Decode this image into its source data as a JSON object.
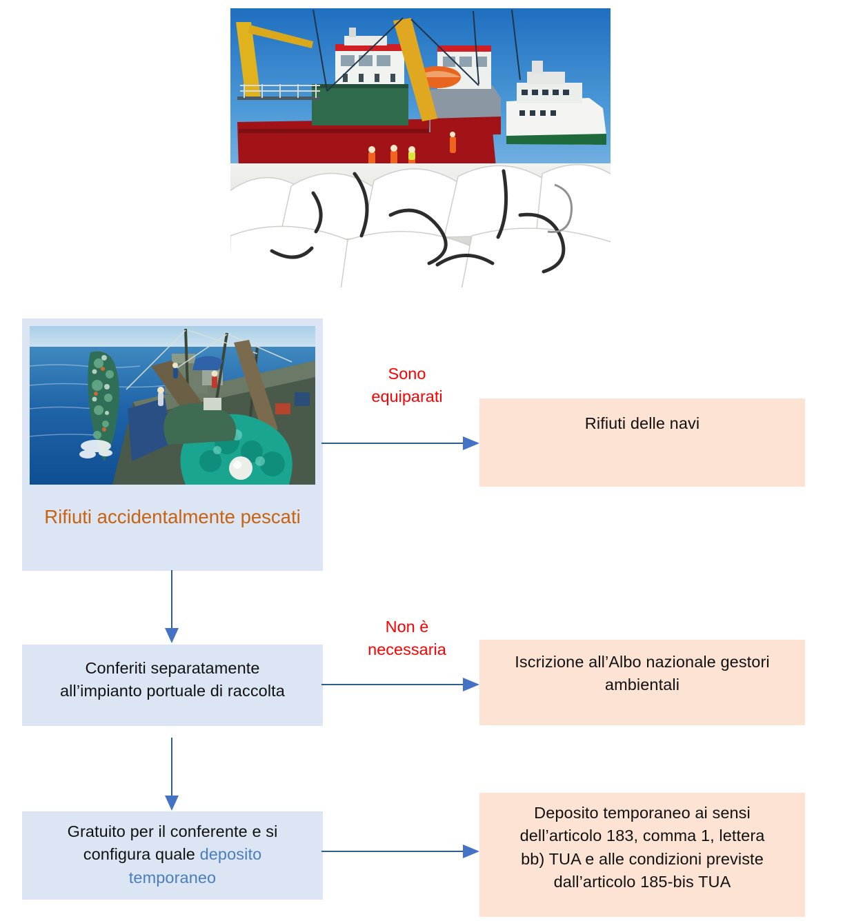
{
  "hero": {
    "photo_name": "port-ship-waste-bags-photo",
    "alt": "Navi in porto con sacconi bianchi di rifiuti sulla banchina"
  },
  "diagram": {
    "source_card": {
      "photo_name": "fishing-vessel-hauling-marine-litter-photo",
      "alt": "Peschereccio che recupera reti e rifiuti dal mare",
      "title": "Rifiuti accidentalmente pescati",
      "title_color": "#c8620f",
      "background": "#dbe5f3"
    },
    "nodes": [
      {
        "id": "conferiti",
        "background": "#dbe5f3",
        "line1": "Conferiti separatamente",
        "line2": "all’impianto portuale di raccolta"
      },
      {
        "id": "gratuito",
        "background": "#dbe5f3",
        "text_plain_1": "Gratuito per il conferente e si",
        "text_plain_2": "configura quale ",
        "text_accent_1": "deposito",
        "text_accent_2": "temporaneo",
        "accent_color": "#4a7ebb"
      }
    ],
    "targets": [
      {
        "id": "rifiuti-navi",
        "background": "#fce3d3",
        "text": "Rifiuti delle navi"
      },
      {
        "id": "iscrizione-albo",
        "background": "#fce3d3",
        "line1": "Iscrizione all’Albo nazionale gestori",
        "line2": "ambientali"
      },
      {
        "id": "deposito-temporaneo",
        "background": "#fce3d3",
        "line1": "Deposito temporaneo ai sensi",
        "line2": "dell’articolo 183, comma 1, lettera",
        "line3": "bb) TUA e alle condizioni previste",
        "line4": "dall’articolo 185-bis TUA"
      }
    ],
    "edge_labels": [
      {
        "id": "sono-equiparati",
        "line1": "Sono",
        "line2": "equiparati",
        "color": "#ff0000"
      },
      {
        "id": "non-e-necessaria",
        "line1": "Non è",
        "line2": "necessaria",
        "color": "#ff0000"
      }
    ],
    "arrow_color_line": "#2e5f8a",
    "arrow_color_head": "#4472c4"
  }
}
